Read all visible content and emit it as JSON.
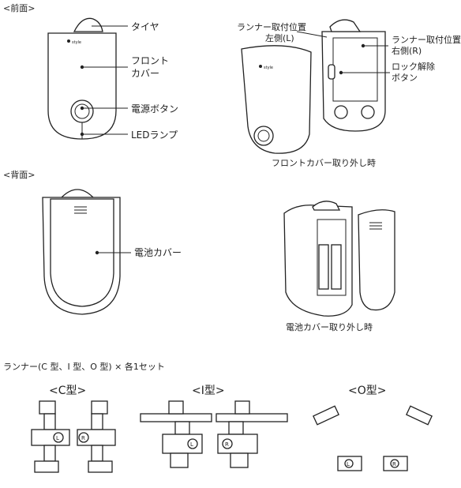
{
  "sections": {
    "front": "<前面>",
    "back": "<背面>"
  },
  "front_labels": {
    "tire": "タイヤ",
    "front_cover_1": "フロント",
    "front_cover_2": "カバー",
    "power_button": "電源ボタン",
    "led_lamp": "LEDランプ"
  },
  "front_exploded_labels": {
    "runner_left_1": "ランナー取付位置",
    "runner_left_2": "左側(L)",
    "runner_right_1": "ランナー取付位置",
    "runner_right_2": "右側(R)",
    "lock_release_1": "ロック解除",
    "lock_release_2": "ボタン",
    "caption": "フロントカバー取り外し時"
  },
  "back_labels": {
    "battery_cover": "電池カバー",
    "caption": "電池カバー取り外し時"
  },
  "device_logo": "style",
  "runner_note": "ランナー(C 型、I 型、O 型) × 各1セット",
  "runner_types": {
    "c": "<C型>",
    "i": "<I型>",
    "o": "<O型>"
  },
  "runner_marks": {
    "left": "L",
    "right": "R"
  }
}
